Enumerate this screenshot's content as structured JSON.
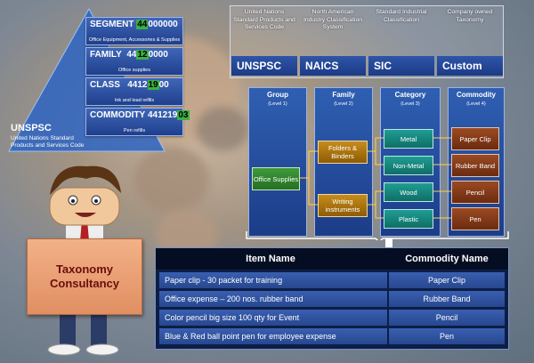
{
  "colors": {
    "blue_box": "#2b52a6",
    "green_node": "#2f8a2d",
    "gold_node": "#b07a12",
    "teal_node": "#168a80",
    "brown_node": "#8a3c18",
    "highlight": "#3cb043"
  },
  "pyramid": {
    "title": "UNSPSC",
    "description_lines": [
      "United Nations Standard",
      "Products and Services Code"
    ],
    "levels": [
      {
        "label": "SEGMENT",
        "code_pre": "",
        "code_hl": "44",
        "code_post": "000000",
        "desc": "Office Equipment, Accessories & Supplies"
      },
      {
        "label": "FAMILY",
        "code_pre": "44",
        "code_hl": "12",
        "code_post": "0000",
        "desc": "Office supplies"
      },
      {
        "label": "CLASS",
        "code_pre": "4412",
        "code_hl": "19",
        "code_post": "00",
        "desc": "Ink and lead refills"
      },
      {
        "label": "COMMODITY",
        "code_pre": "441219",
        "code_hl": "03",
        "code_post": "",
        "desc": "Pen refills"
      }
    ]
  },
  "classifications": [
    {
      "label": "United Nations Standard Products and Services Code",
      "code": "UNSPSC"
    },
    {
      "label": "North American Industry Classification System",
      "code": "NAICS"
    },
    {
      "label": "Standard Industrial Classification",
      "code": "SIC"
    },
    {
      "label": "Company owned Taxonomy",
      "code": "Custom"
    }
  ],
  "levels": [
    {
      "name": "Group",
      "level": "(Level 1)"
    },
    {
      "name": "Family",
      "level": "(Level 2)"
    },
    {
      "name": "Category",
      "level": "(Level 3)"
    },
    {
      "name": "Commodity",
      "level": "(Level 4)"
    }
  ],
  "nodes": {
    "group": [
      "Office Supplies"
    ],
    "family": [
      "Folders & Binders",
      "Writing instruments"
    ],
    "category": [
      "Metal",
      "Non-Metal",
      "Wood",
      "Plastic"
    ],
    "commodity": [
      "Paper Clip",
      "Rubber Band",
      "Pencil",
      "Pen"
    ]
  },
  "items_table": {
    "headers": [
      "Item Name",
      "Commodity Name"
    ],
    "rows": [
      [
        "Paper clip - 30 packet for training",
        "Paper Clip"
      ],
      [
        "Office expense – 200 nos. rubber band",
        "Rubber Band"
      ],
      [
        "Color pencil big size 100 qty for Event",
        "Pencil"
      ],
      [
        "Blue & Red ball point pen for employee expense",
        "Pen"
      ]
    ]
  },
  "sign_text": "Taxonomy\nConsultancy"
}
